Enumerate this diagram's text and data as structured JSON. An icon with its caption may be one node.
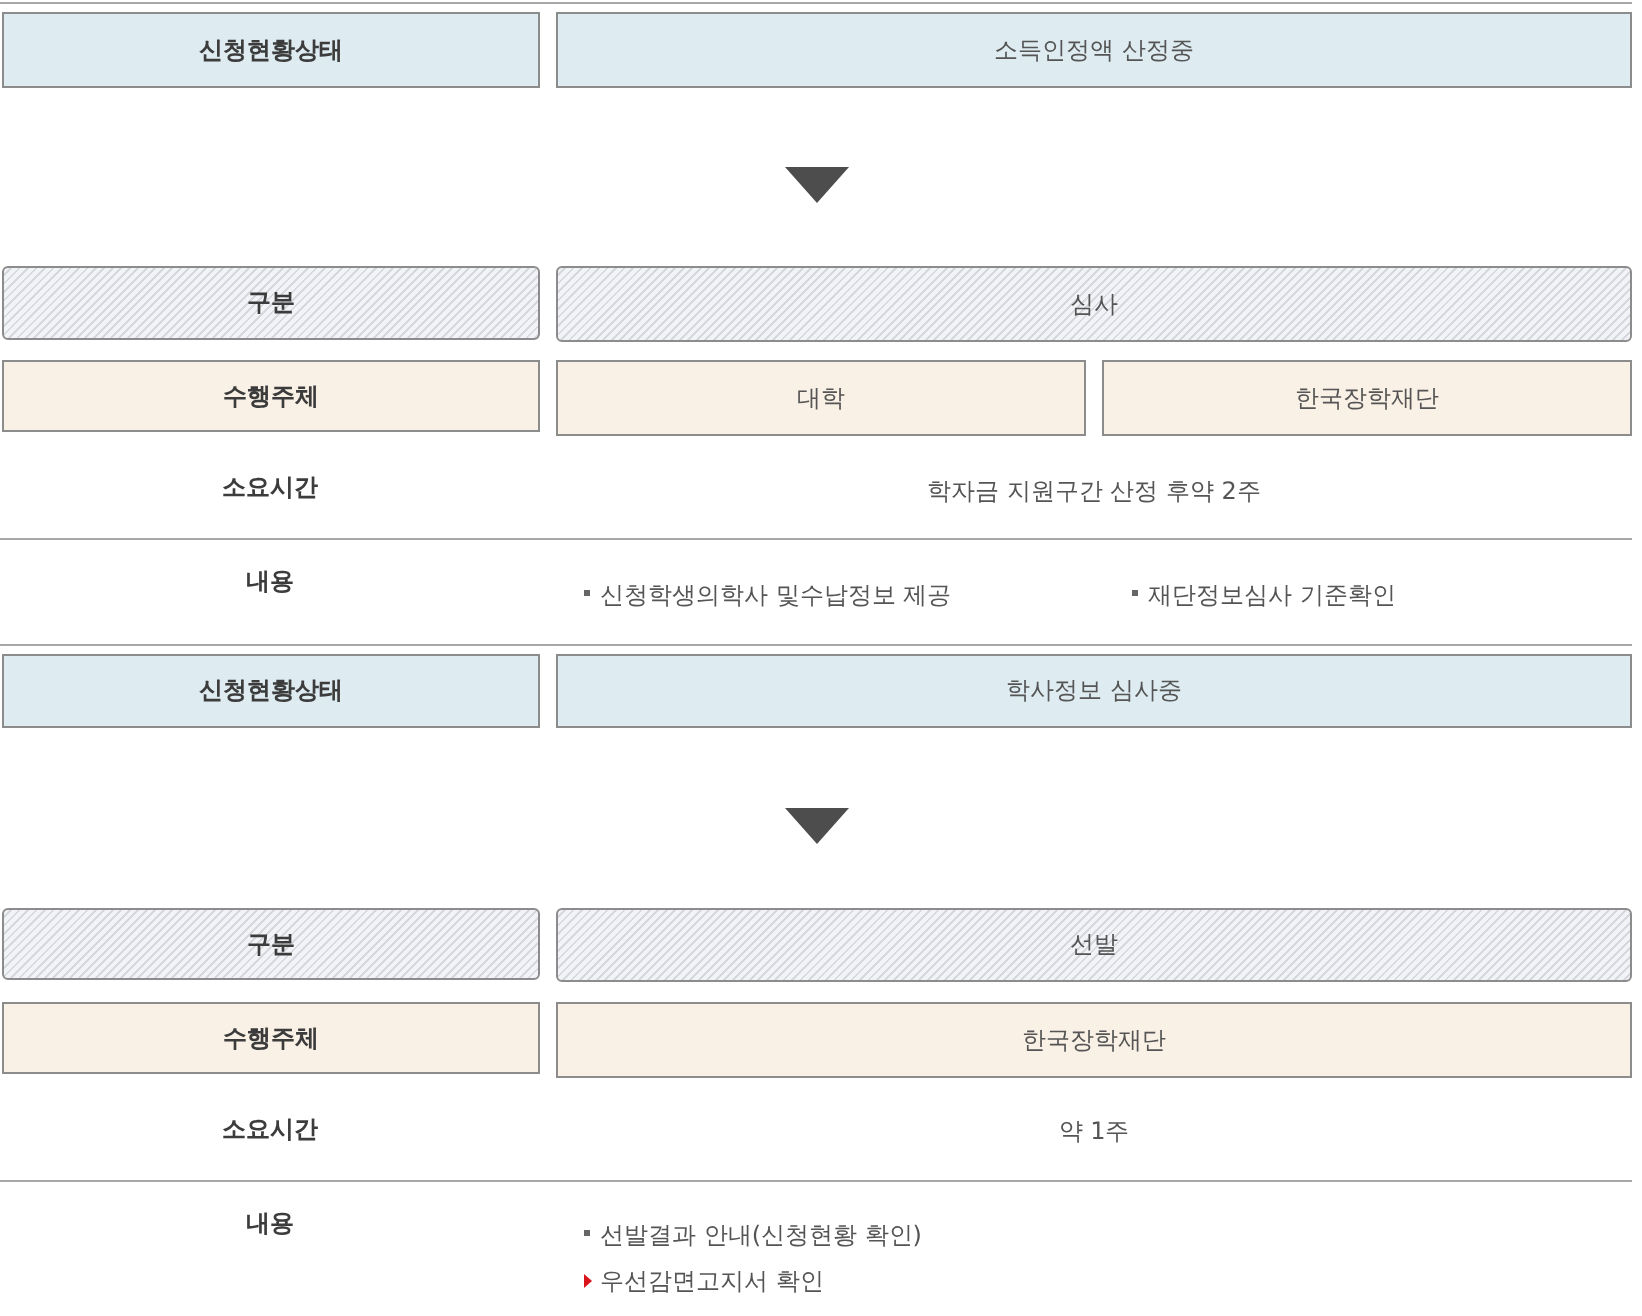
{
  "diagram": {
    "nodes": [
      {
        "text": [
          "신청현황상태"
        ]
      },
      {
        "text": [
          "소득인정액 산정중"
        ]
      },
      {
        "text": [
          "구분"
        ]
      },
      {
        "text": [
          "심사"
        ]
      },
      {
        "text": [
          "수행주체"
        ]
      },
      {
        "text": [
          "대학"
        ]
      },
      {
        "text": [
          "한국장학재단"
        ]
      },
      {
        "text": [
          "신청현황상태"
        ]
      },
      {
        "text": [
          "학사정보 심사중"
        ]
      },
      {
        "text": [
          "구분"
        ]
      },
      {
        "text": [
          "선발"
        ]
      },
      {
        "text": [
          "수행주체"
        ]
      },
      {
        "text": [
          "한국장학재단"
        ]
      }
    ],
    "edges": [
      {
        "from": 1,
        "to": 3,
        "arrow": "to"
      },
      {
        "from": 8,
        "to": 10,
        "arrow": "to"
      }
    ],
    "labels": [
      "소요시간",
      "학자금 지원구간 산정 후약 2주",
      "내용",
      "신청학생의학사 및수납정보 제공",
      "재단정보심사 기준확인",
      "소요시간",
      "약 1주",
      "내용",
      "선발결과 안내(신청현황 확인)",
      "우선감면고지서 확인"
    ]
  }
}
